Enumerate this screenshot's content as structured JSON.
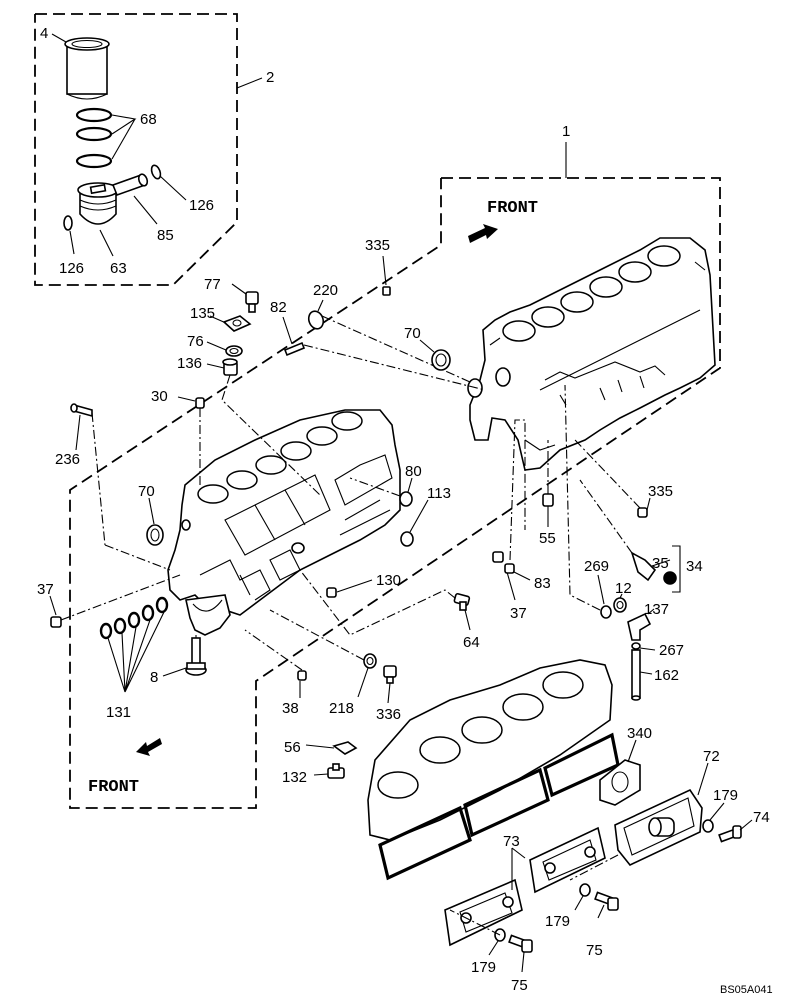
{
  "front_labels": [
    "FRONT",
    "FRONT"
  ],
  "reference_code": "BS05A041",
  "callouts": [
    {
      "id": "c4",
      "text": "4"
    },
    {
      "id": "c2",
      "text": "2"
    },
    {
      "id": "c68",
      "text": "68"
    },
    {
      "id": "c126a",
      "text": "126"
    },
    {
      "id": "c85",
      "text": "85"
    },
    {
      "id": "c126b",
      "text": "126"
    },
    {
      "id": "c63",
      "text": "63"
    },
    {
      "id": "c1",
      "text": "1"
    },
    {
      "id": "c335a",
      "text": "335"
    },
    {
      "id": "c77",
      "text": "77"
    },
    {
      "id": "c220",
      "text": "220"
    },
    {
      "id": "c135",
      "text": "135"
    },
    {
      "id": "c82",
      "text": "82"
    },
    {
      "id": "c70a",
      "text": "70"
    },
    {
      "id": "c76",
      "text": "76"
    },
    {
      "id": "c136",
      "text": "136"
    },
    {
      "id": "c30",
      "text": "30"
    },
    {
      "id": "c236",
      "text": "236"
    },
    {
      "id": "c80",
      "text": "80"
    },
    {
      "id": "c113",
      "text": "113"
    },
    {
      "id": "c70b",
      "text": "70"
    },
    {
      "id": "c335b",
      "text": "335"
    },
    {
      "id": "c55",
      "text": "55"
    },
    {
      "id": "c35",
      "text": "35"
    },
    {
      "id": "c34",
      "text": "34"
    },
    {
      "id": "c269",
      "text": "269"
    },
    {
      "id": "c12",
      "text": "12"
    },
    {
      "id": "c37a",
      "text": "37"
    },
    {
      "id": "c130",
      "text": "130"
    },
    {
      "id": "c83",
      "text": "83"
    },
    {
      "id": "c137",
      "text": "137"
    },
    {
      "id": "c37b",
      "text": "37"
    },
    {
      "id": "c64",
      "text": "64"
    },
    {
      "id": "c267",
      "text": "267"
    },
    {
      "id": "c162",
      "text": "162"
    },
    {
      "id": "c8",
      "text": "8"
    },
    {
      "id": "c38",
      "text": "38"
    },
    {
      "id": "c218",
      "text": "218"
    },
    {
      "id": "c336",
      "text": "336"
    },
    {
      "id": "c131",
      "text": "131"
    },
    {
      "id": "c340",
      "text": "340"
    },
    {
      "id": "c72",
      "text": "72"
    },
    {
      "id": "c56",
      "text": "56"
    },
    {
      "id": "c132",
      "text": "132"
    },
    {
      "id": "c179a",
      "text": "179"
    },
    {
      "id": "c74",
      "text": "74"
    },
    {
      "id": "c73",
      "text": "73"
    },
    {
      "id": "c179b",
      "text": "179"
    },
    {
      "id": "c75a",
      "text": "75"
    },
    {
      "id": "c179c",
      "text": "179"
    },
    {
      "id": "c75b",
      "text": "75"
    }
  ]
}
